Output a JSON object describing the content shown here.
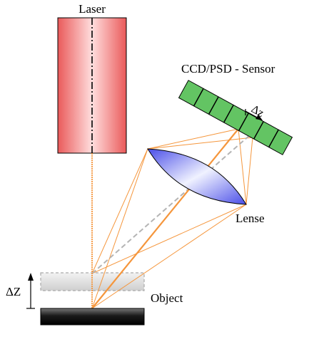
{
  "diagram": {
    "laser_label": "Laser",
    "sensor_label": "CCD/PSD - Sensor",
    "delta_z_small": "Δz",
    "lens_label": "Lense",
    "delta_Z_label": "ΔZ",
    "object_label": "Object"
  },
  "colors": {
    "beam": "#f5963c",
    "laser_edge": "#e84a4a",
    "laser_center": "#ffd8d8",
    "sensor_fill": "#5dc15d",
    "lens_edge": "#4a4ee8",
    "lens_center": "#eef0ff",
    "object_dark": "#1a1a1a",
    "object_ghost": "#d8d8d8",
    "dashed_ray": "#b4b4b4"
  }
}
